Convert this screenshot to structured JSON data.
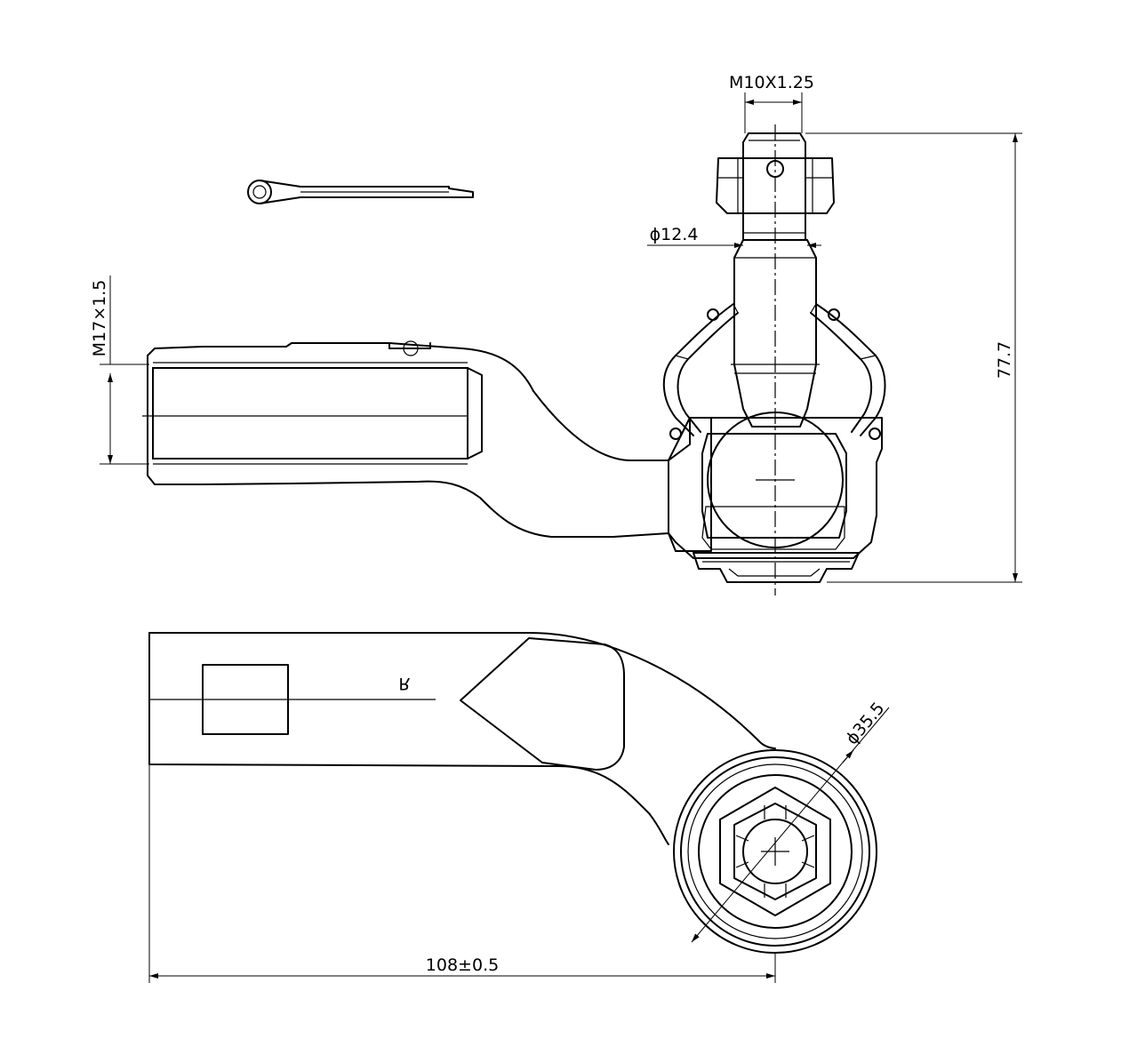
{
  "dimensions": {
    "stud_thread": "M10X1.25",
    "neck_diameter": "ϕ12.4",
    "body_thread": "M17×1.5",
    "overall_height": "77.7",
    "housing_diameter": "ϕ35.5",
    "overall_length": "108±0.5"
  },
  "marking": {
    "side_letter": "R"
  },
  "colors": {
    "line": "#000000",
    "background": "#ffffff"
  }
}
